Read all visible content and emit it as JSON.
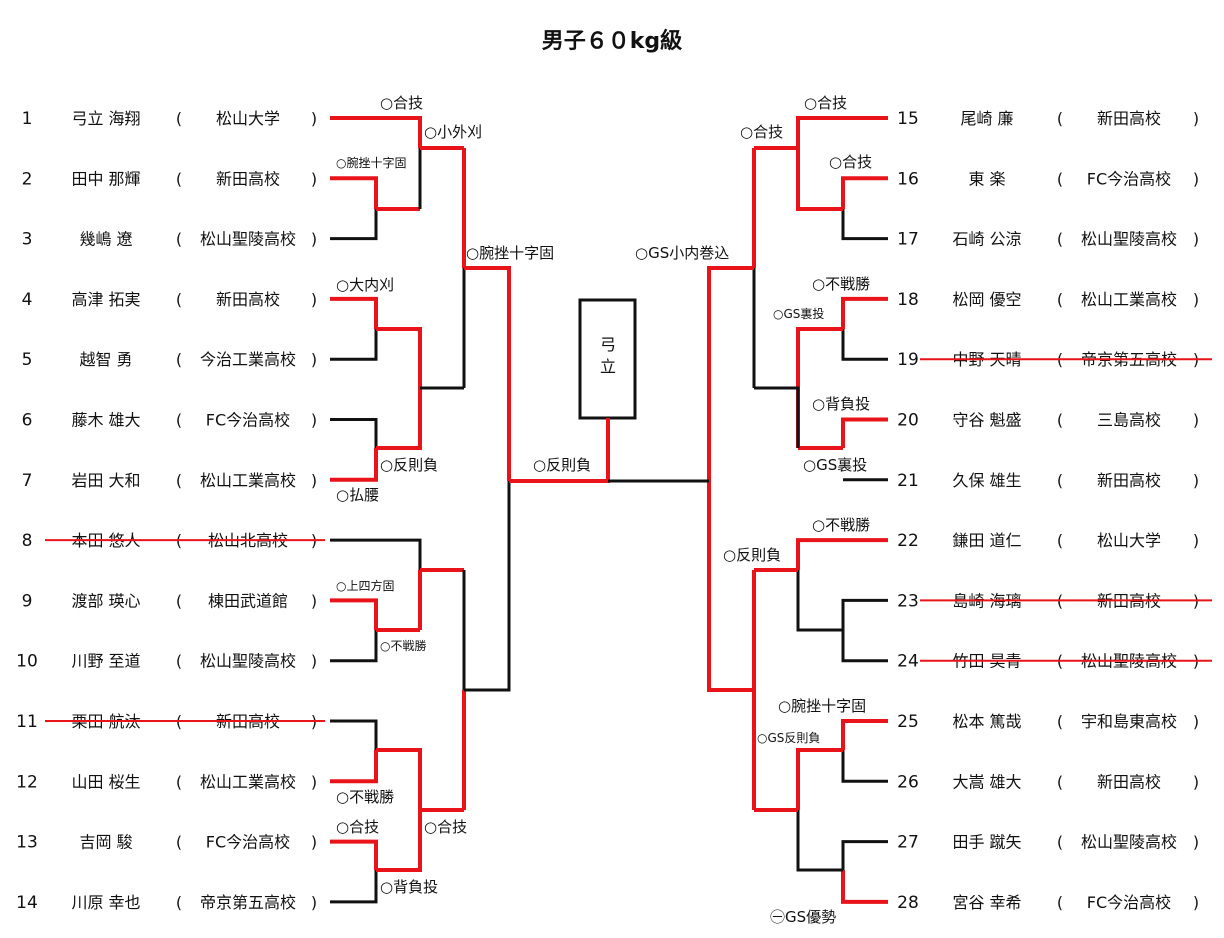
{
  "title": "男子６０kg級",
  "champion_box": "弓立",
  "colors": {
    "win": "#e8141a",
    "line": "#111111"
  },
  "left_players": [
    {
      "no": "1",
      "name": "弓立 海翔",
      "school": "松山大学",
      "struck": false
    },
    {
      "no": "2",
      "name": "田中 那輝",
      "school": "新田高校",
      "struck": false
    },
    {
      "no": "3",
      "name": "幾嶋 遼",
      "school": "松山聖陵高校",
      "struck": false
    },
    {
      "no": "4",
      "name": "高津 拓実",
      "school": "新田高校",
      "struck": false
    },
    {
      "no": "5",
      "name": "越智 勇",
      "school": "今治工業高校",
      "struck": false
    },
    {
      "no": "6",
      "name": "藤木 雄大",
      "school": "FC今治高校",
      "struck": false
    },
    {
      "no": "7",
      "name": "岩田 大和",
      "school": "松山工業高校",
      "struck": false
    },
    {
      "no": "8",
      "name": "本田 悠人",
      "school": "松山北高校",
      "struck": true
    },
    {
      "no": "9",
      "name": "渡部 瑛心",
      "school": "棟田武道館",
      "struck": false
    },
    {
      "no": "10",
      "name": "川野 至道",
      "school": "松山聖陵高校",
      "struck": false
    },
    {
      "no": "11",
      "name": "栗田 航汰",
      "school": "新田高校",
      "struck": true
    },
    {
      "no": "12",
      "name": "山田 桜生",
      "school": "松山工業高校",
      "struck": false
    },
    {
      "no": "13",
      "name": "吉岡 駿",
      "school": "FC今治高校",
      "struck": false
    },
    {
      "no": "14",
      "name": "川原 幸也",
      "school": "帝京第五高校",
      "struck": false
    }
  ],
  "right_players": [
    {
      "no": "15",
      "name": "尾崎 廉",
      "school": "新田高校",
      "struck": false
    },
    {
      "no": "16",
      "name": "東 楽",
      "school": "FC今治高校",
      "struck": false
    },
    {
      "no": "17",
      "name": "石崎 公涼",
      "school": "松山聖陵高校",
      "struck": false
    },
    {
      "no": "18",
      "name": "松岡 優空",
      "school": "松山工業高校",
      "struck": false
    },
    {
      "no": "19",
      "name": "中野 天晴",
      "school": "帝京第五高校",
      "struck": true
    },
    {
      "no": "20",
      "name": "守谷 魁盛",
      "school": "三島高校",
      "struck": false
    },
    {
      "no": "21",
      "name": "久保 雄生",
      "school": "新田高校",
      "struck": false
    },
    {
      "no": "22",
      "name": "鎌田 道仁",
      "school": "松山大学",
      "struck": false
    },
    {
      "no": "23",
      "name": "島崎 海璃",
      "school": "新田高校",
      "struck": true
    },
    {
      "no": "24",
      "name": "竹田 昊青",
      "school": "松山聖陵高校",
      "struck": true
    },
    {
      "no": "25",
      "name": "松本 篤哉",
      "school": "宇和島東高校",
      "struck": false
    },
    {
      "no": "26",
      "name": "大嵩 雄大",
      "school": "新田高校",
      "struck": false
    },
    {
      "no": "27",
      "name": "田手 蹴矢",
      "school": "松山聖陵高校",
      "struck": false
    },
    {
      "no": "28",
      "name": "宮谷 幸希",
      "school": "FC今治高校",
      "struck": false
    }
  ],
  "results": {
    "l1_r1": "○合技",
    "l2_r1": "○腕挫十字固",
    "l1_r2": "○小外刈",
    "l1_r3": "○腕挫十字固",
    "l4_r1": "○大内刈",
    "l6_r1": "○反則負",
    "l7_r1": "○払腰",
    "l9_r1": "○上四方固",
    "l10_r1": "○不戦勝",
    "l12_r1": "○不戦勝",
    "l13_r1": "○合技",
    "l13_r2": "○合技",
    "l14_r1": "○背負投",
    "final": "○反則負",
    "r15_r1": "○合技",
    "r15_r2": "○合技",
    "r16_r1": "○合技",
    "r_top_r3": "○GS小内巻込",
    "r18_r1": "○不戦勝",
    "r18_r2": "○GS裏投",
    "r20_r1": "○背負投",
    "r21_r1": "○GS裏投",
    "r22_r1": "○不戦勝",
    "r22_r2": "○反則負",
    "r25_r1": "○腕挫十字固",
    "r25_r2": "○GS反則負",
    "r28_r1": "㊀GS優勢"
  }
}
